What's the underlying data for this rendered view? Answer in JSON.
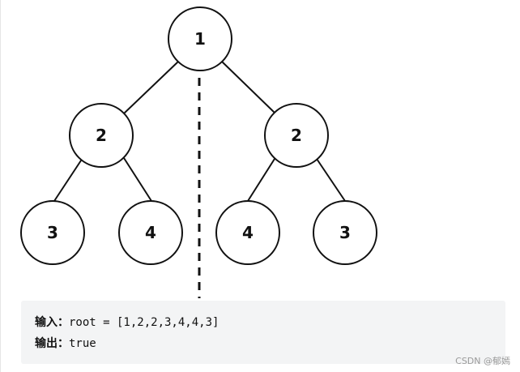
{
  "tree": {
    "nodes": [
      {
        "id": "root",
        "label": "1"
      },
      {
        "id": "left-child",
        "label": "2"
      },
      {
        "id": "right-child",
        "label": "2"
      },
      {
        "id": "left-left-leaf",
        "label": "3"
      },
      {
        "id": "left-right-leaf",
        "label": "4"
      },
      {
        "id": "right-left-leaf",
        "label": "4"
      },
      {
        "id": "right-right-leaf",
        "label": "3"
      }
    ]
  },
  "example": {
    "input_label": "输入：",
    "input_value": "root = [1,2,2,3,4,4,3]",
    "output_label": "输出：",
    "output_value": "true"
  },
  "watermark": "CSDN @郁嫣"
}
